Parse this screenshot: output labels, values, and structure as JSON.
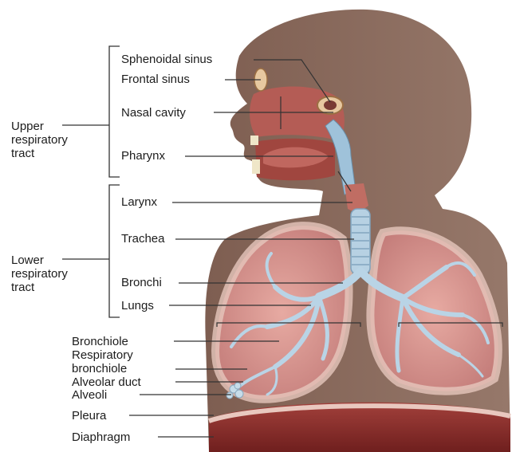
{
  "groups": {
    "upper": [
      "Upper",
      "respiratory",
      "tract"
    ],
    "lower": [
      "Lower",
      "respiratory",
      "tract"
    ]
  },
  "labels": {
    "sphenoidal_sinus": "Sphenoidal sinus",
    "frontal_sinus": "Frontal sinus",
    "nasal_cavity": "Nasal cavity",
    "pharynx": "Pharynx",
    "larynx": "Larynx",
    "trachea": "Trachea",
    "bronchi": "Bronchi",
    "lungs": "Lungs",
    "bronchiole": "Bronchiole",
    "respiratory_bronchiole": [
      "Respiratory",
      "bronchiole"
    ],
    "alveolar_duct": "Alveolar duct",
    "alveoli": "Alveoli",
    "pleura": "Pleura",
    "diaphragm": "Diaphragm"
  },
  "colors": {
    "silhouette": "#8b6a5c",
    "lung_fill": "#e8b9ae",
    "lung_tissue": "#c98a86",
    "airway": "#b9d4e6",
    "diaphragm": "#8c2c2a",
    "leader_line": "#333333"
  }
}
